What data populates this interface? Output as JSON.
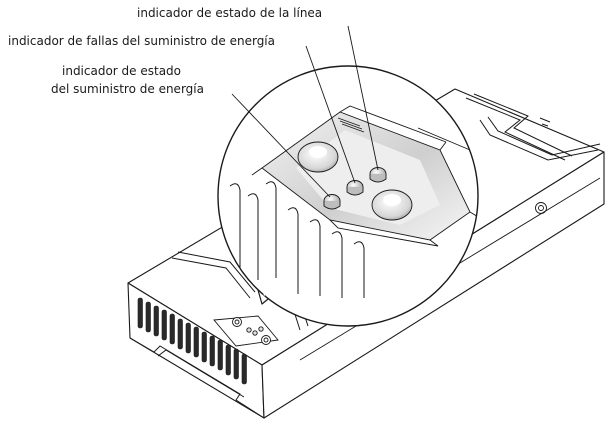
{
  "callouts": {
    "line_status": "indicador de estado de la línea",
    "psu_fault": "indicador de fallas del suministro de energía",
    "psu_status_line1": "indicador de estado",
    "psu_status_line2": "del suministro de energía"
  },
  "colors": {
    "ink": "#1a1a1a",
    "paper": "#ffffff",
    "shade": "#d9d9d9"
  }
}
